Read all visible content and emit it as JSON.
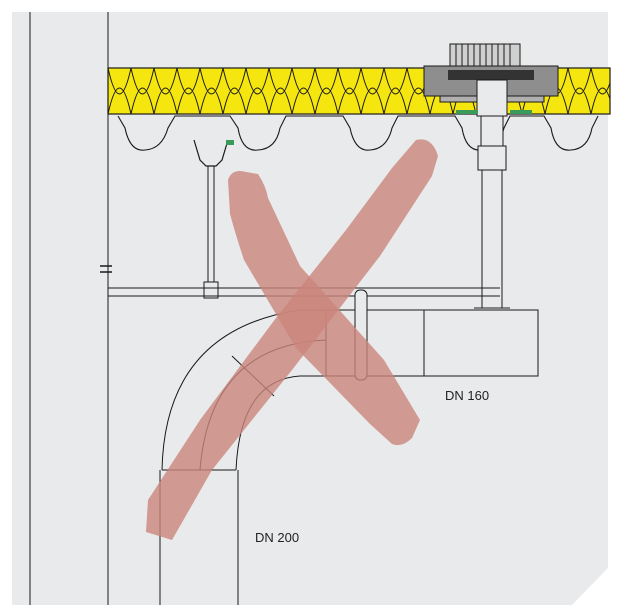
{
  "diagram": {
    "labels": {
      "small_pipe": "DN 160",
      "large_pipe": "DN 200"
    },
    "colors": {
      "background": "#e9eaeb",
      "insulation": "#f5e60f",
      "cross_mark": "#c9857c",
      "line": "#1a1a1a"
    },
    "symbols": [
      "cross-mark-icon",
      "insulation-wave-pattern",
      "roof-drain-icon"
    ]
  }
}
